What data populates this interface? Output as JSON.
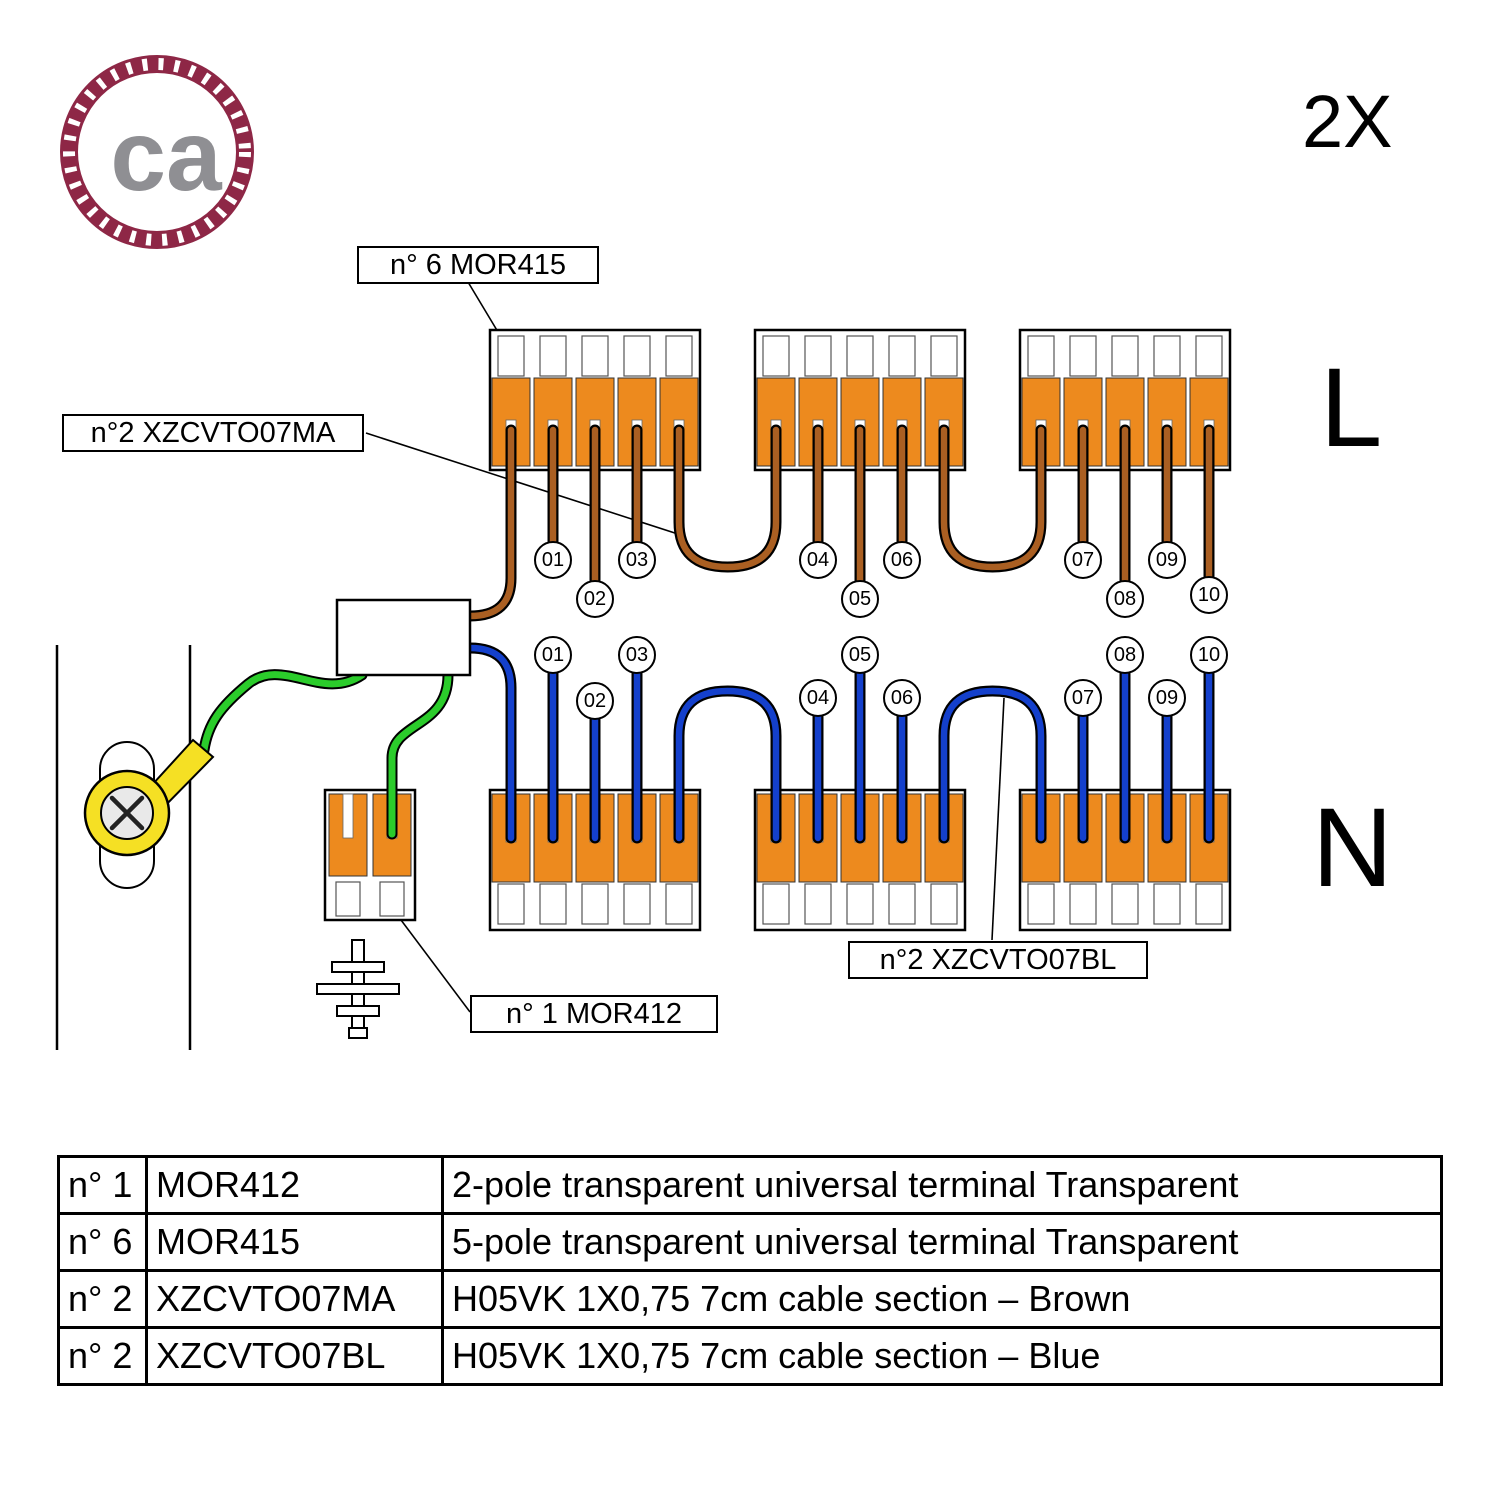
{
  "page": {
    "quantity_label": "2X",
    "line_label": "L",
    "neutral_label": "N"
  },
  "logo": {
    "text": "ca"
  },
  "callouts": {
    "mor415": "n° 6 MOR415",
    "xzcvto07ma": "n°2 XZCVTO07MA",
    "xzcvto07bl": "n°2 XZCVTO07BL",
    "mor412": "n° 1 MOR412"
  },
  "wire_numbers_top": [
    "01",
    "02",
    "03",
    "04",
    "05",
    "06",
    "07",
    "08",
    "09",
    "10"
  ],
  "wire_numbers_bottom": [
    "01",
    "02",
    "03",
    "04",
    "05",
    "06",
    "07",
    "08",
    "09",
    "10"
  ],
  "colors": {
    "terminal_orange": "#ED8A1E",
    "wire_brown": "#AA5F22",
    "wire_blue": "#1440CC",
    "wire_green": "#2BCC2B",
    "lug_yellow": "#F5E024",
    "logo_ring_maroon": "#8E2746",
    "logo_text_gray": "#8F8F93"
  },
  "table": {
    "rows": [
      {
        "qty": "n° 1",
        "code": "MOR412",
        "description": "2-pole transparent universal terminal Transparent"
      },
      {
        "qty": "n° 6",
        "code": "MOR415",
        "description": "5-pole transparent universal terminal Transparent"
      },
      {
        "qty": "n° 2",
        "code": "XZCVTO07MA",
        "description": "H05VK 1X0,75 7cm cable section – Brown"
      },
      {
        "qty": "n° 2",
        "code": "XZCVTO07BL",
        "description": "H05VK 1X0,75 7cm cable section – Blue"
      }
    ]
  }
}
